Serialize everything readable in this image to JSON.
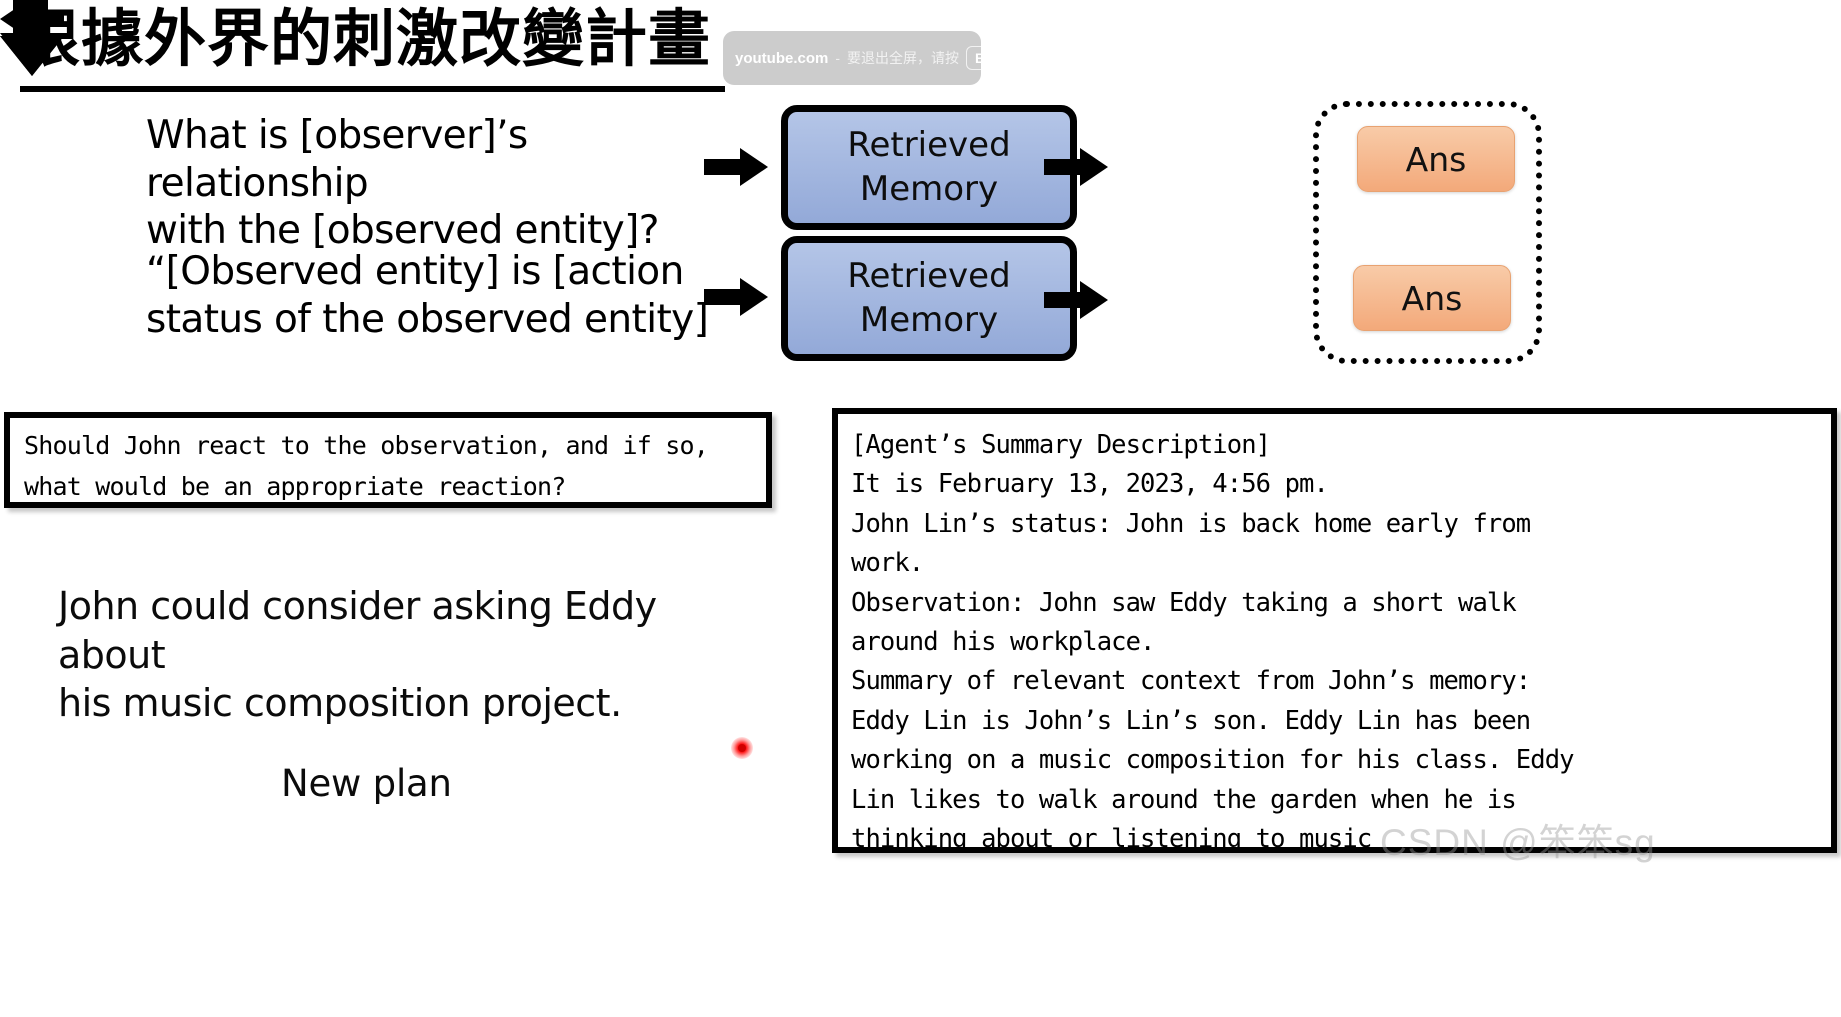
{
  "slide": {
    "title": "根據外界的刺激改變計畫"
  },
  "fullscreen_toast": {
    "domain": "youtube.com",
    "separator": "-",
    "message": "要退出全屏，请按",
    "key_label": "Esc"
  },
  "prompts": [
    {
      "id": "prompt-1",
      "text": "What is [observer]’s relationship\nwith the [observed entity]?"
    },
    {
      "id": "prompt-2",
      "text": "“[Observed entity] is [action\nstatus of the observed entity]"
    }
  ],
  "memory_boxes": [
    {
      "label": "Retrieved\nMemory"
    },
    {
      "label": "Retrieved\nMemory"
    }
  ],
  "answer_boxes": [
    {
      "label": "Ans"
    },
    {
      "label": "Ans"
    }
  ],
  "reaction_box": {
    "text": "Should John react to the observation, and if so,\nwhat would be an appropriate reaction?"
  },
  "summary_box": {
    "text": "[Agent’s Summary Description]\nIt is February 13, 2023, 4:56 pm.\nJohn Lin’s status: John is back home early from\nwork.\nObservation: John saw Eddy taking a short walk\naround his workplace.\nSummary of relevant context from John’s memory:\nEddy Lin is John’s Lin’s son. Eddy Lin has been\nworking on a music composition for his class. Eddy\nLin likes to walk around the garden when he is\nthinking about or listening to music"
  },
  "conclusion": {
    "text": "John could consider asking Eddy about\nhis music composition project."
  },
  "new_plan": {
    "label": "New plan"
  },
  "watermark": {
    "text": "CSDN @笨笨sg"
  },
  "colors": {
    "memory_fill_top": "#b4c5e7",
    "memory_fill_bottom": "#93a9d8",
    "answer_fill_top": "#f8cba8",
    "answer_fill_bottom": "#f3a97a",
    "outline": "#000000",
    "cursor": "#ff0000",
    "toast_background": "#bebebe"
  }
}
